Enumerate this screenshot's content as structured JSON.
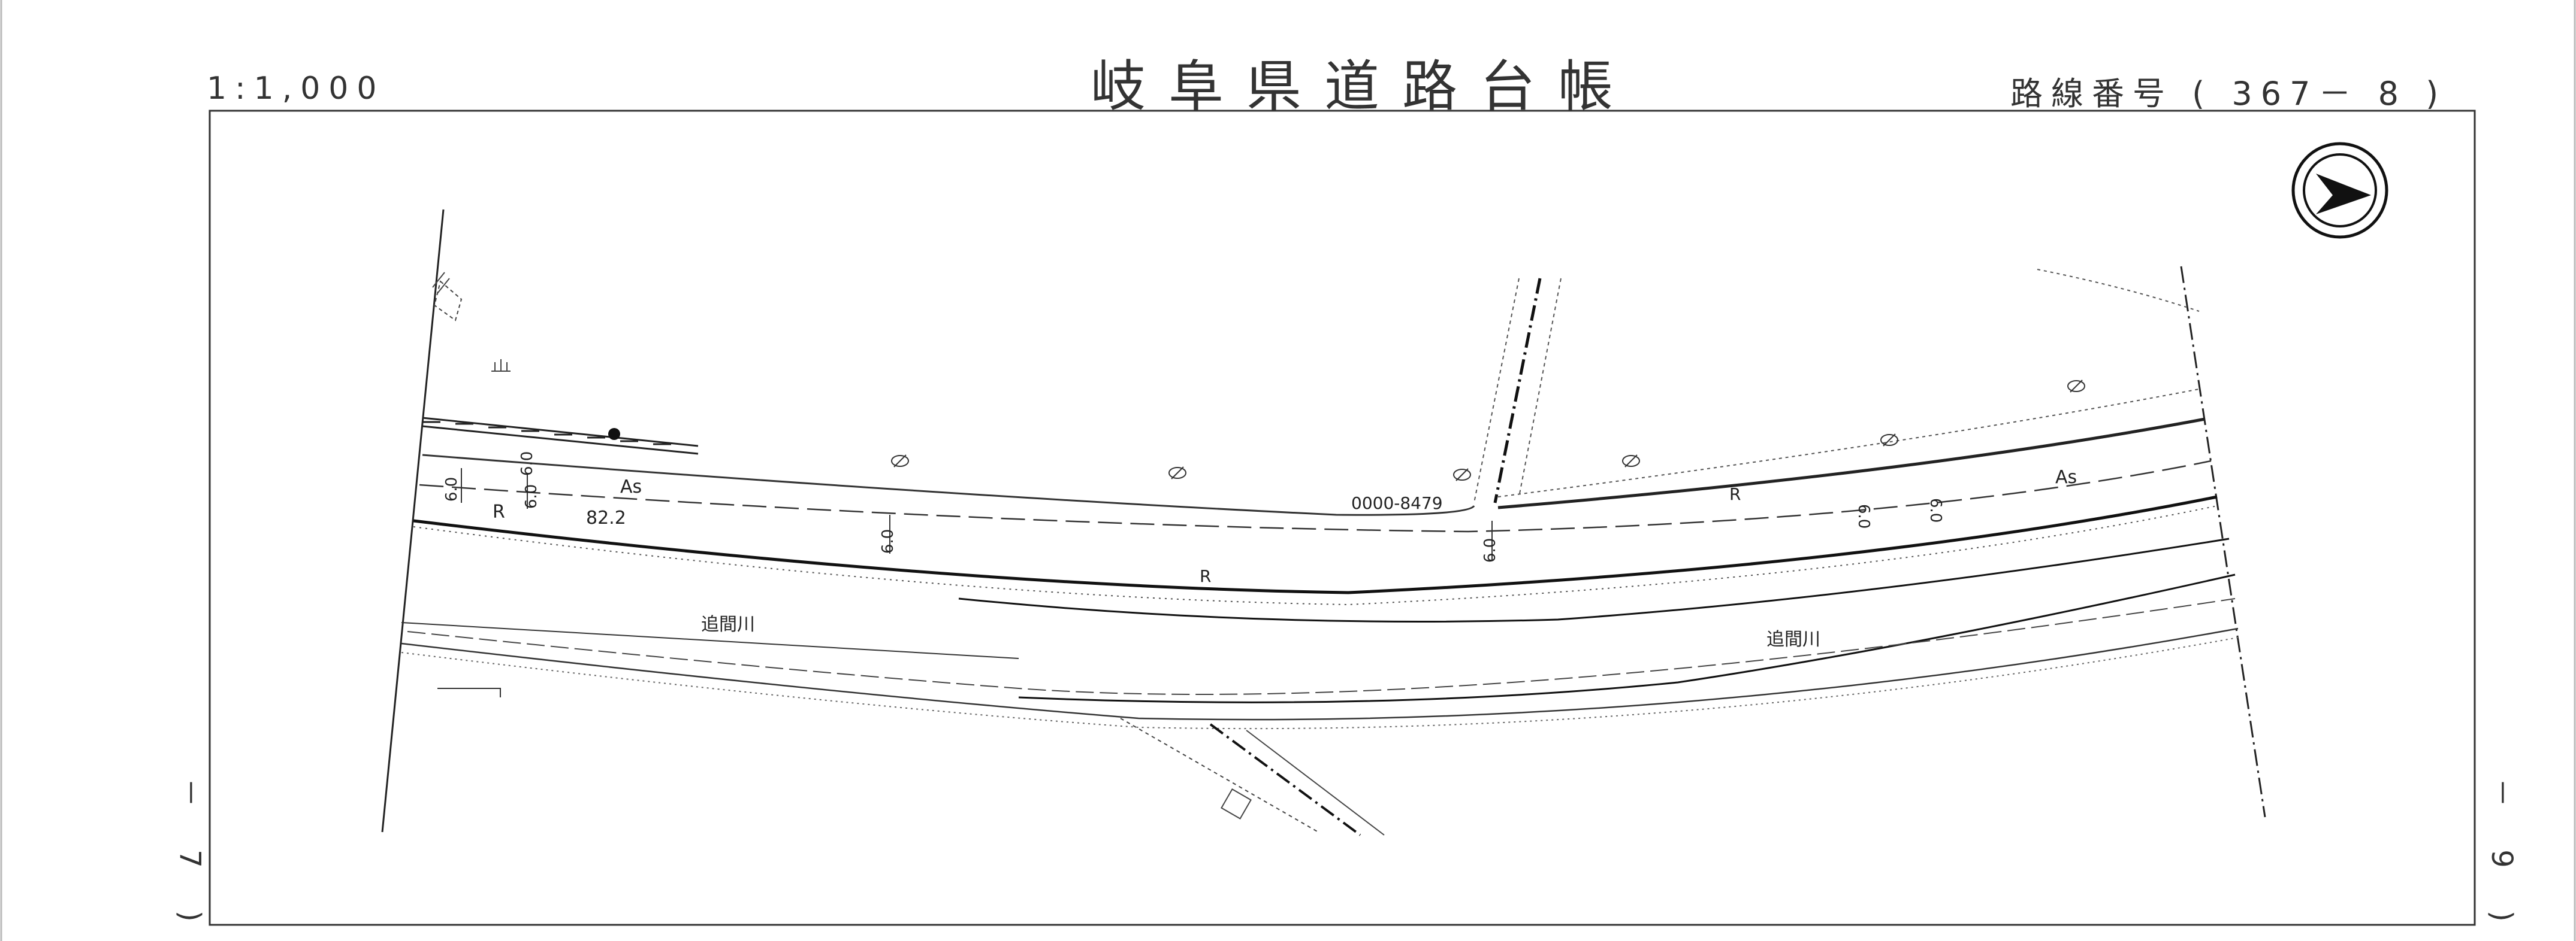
{
  "header": {
    "title": "岐阜県道路台帳",
    "scale": "1:1,000",
    "route_number": "路線番号 ( 367－ 8 )"
  },
  "sheet_links": {
    "left": "－ 7 )",
    "right": "－ 9 )"
  },
  "map_labels": {
    "route_code": "0000-8479",
    "river_name_1": "追間川",
    "river_name_2": "追間川",
    "surface_left": "As",
    "surface_right": "As",
    "chainage": "82.2",
    "width_1": "6.0",
    "width_2": "6.0",
    "width_3": "6.0",
    "width_4": "6.0",
    "width_5": "6.0",
    "width_6": "6.0",
    "width_7": "6.0",
    "r_label_1": "R",
    "r_label_2": "R",
    "r_label_3": "R"
  },
  "icons": {
    "north_arrow": "north-arrow-icon",
    "tree": "tree-symbol-icon",
    "wasteland": "wasteland-symbol-icon"
  },
  "colors": {
    "ink": "#1a1a1a",
    "paper": "#ffffff"
  }
}
